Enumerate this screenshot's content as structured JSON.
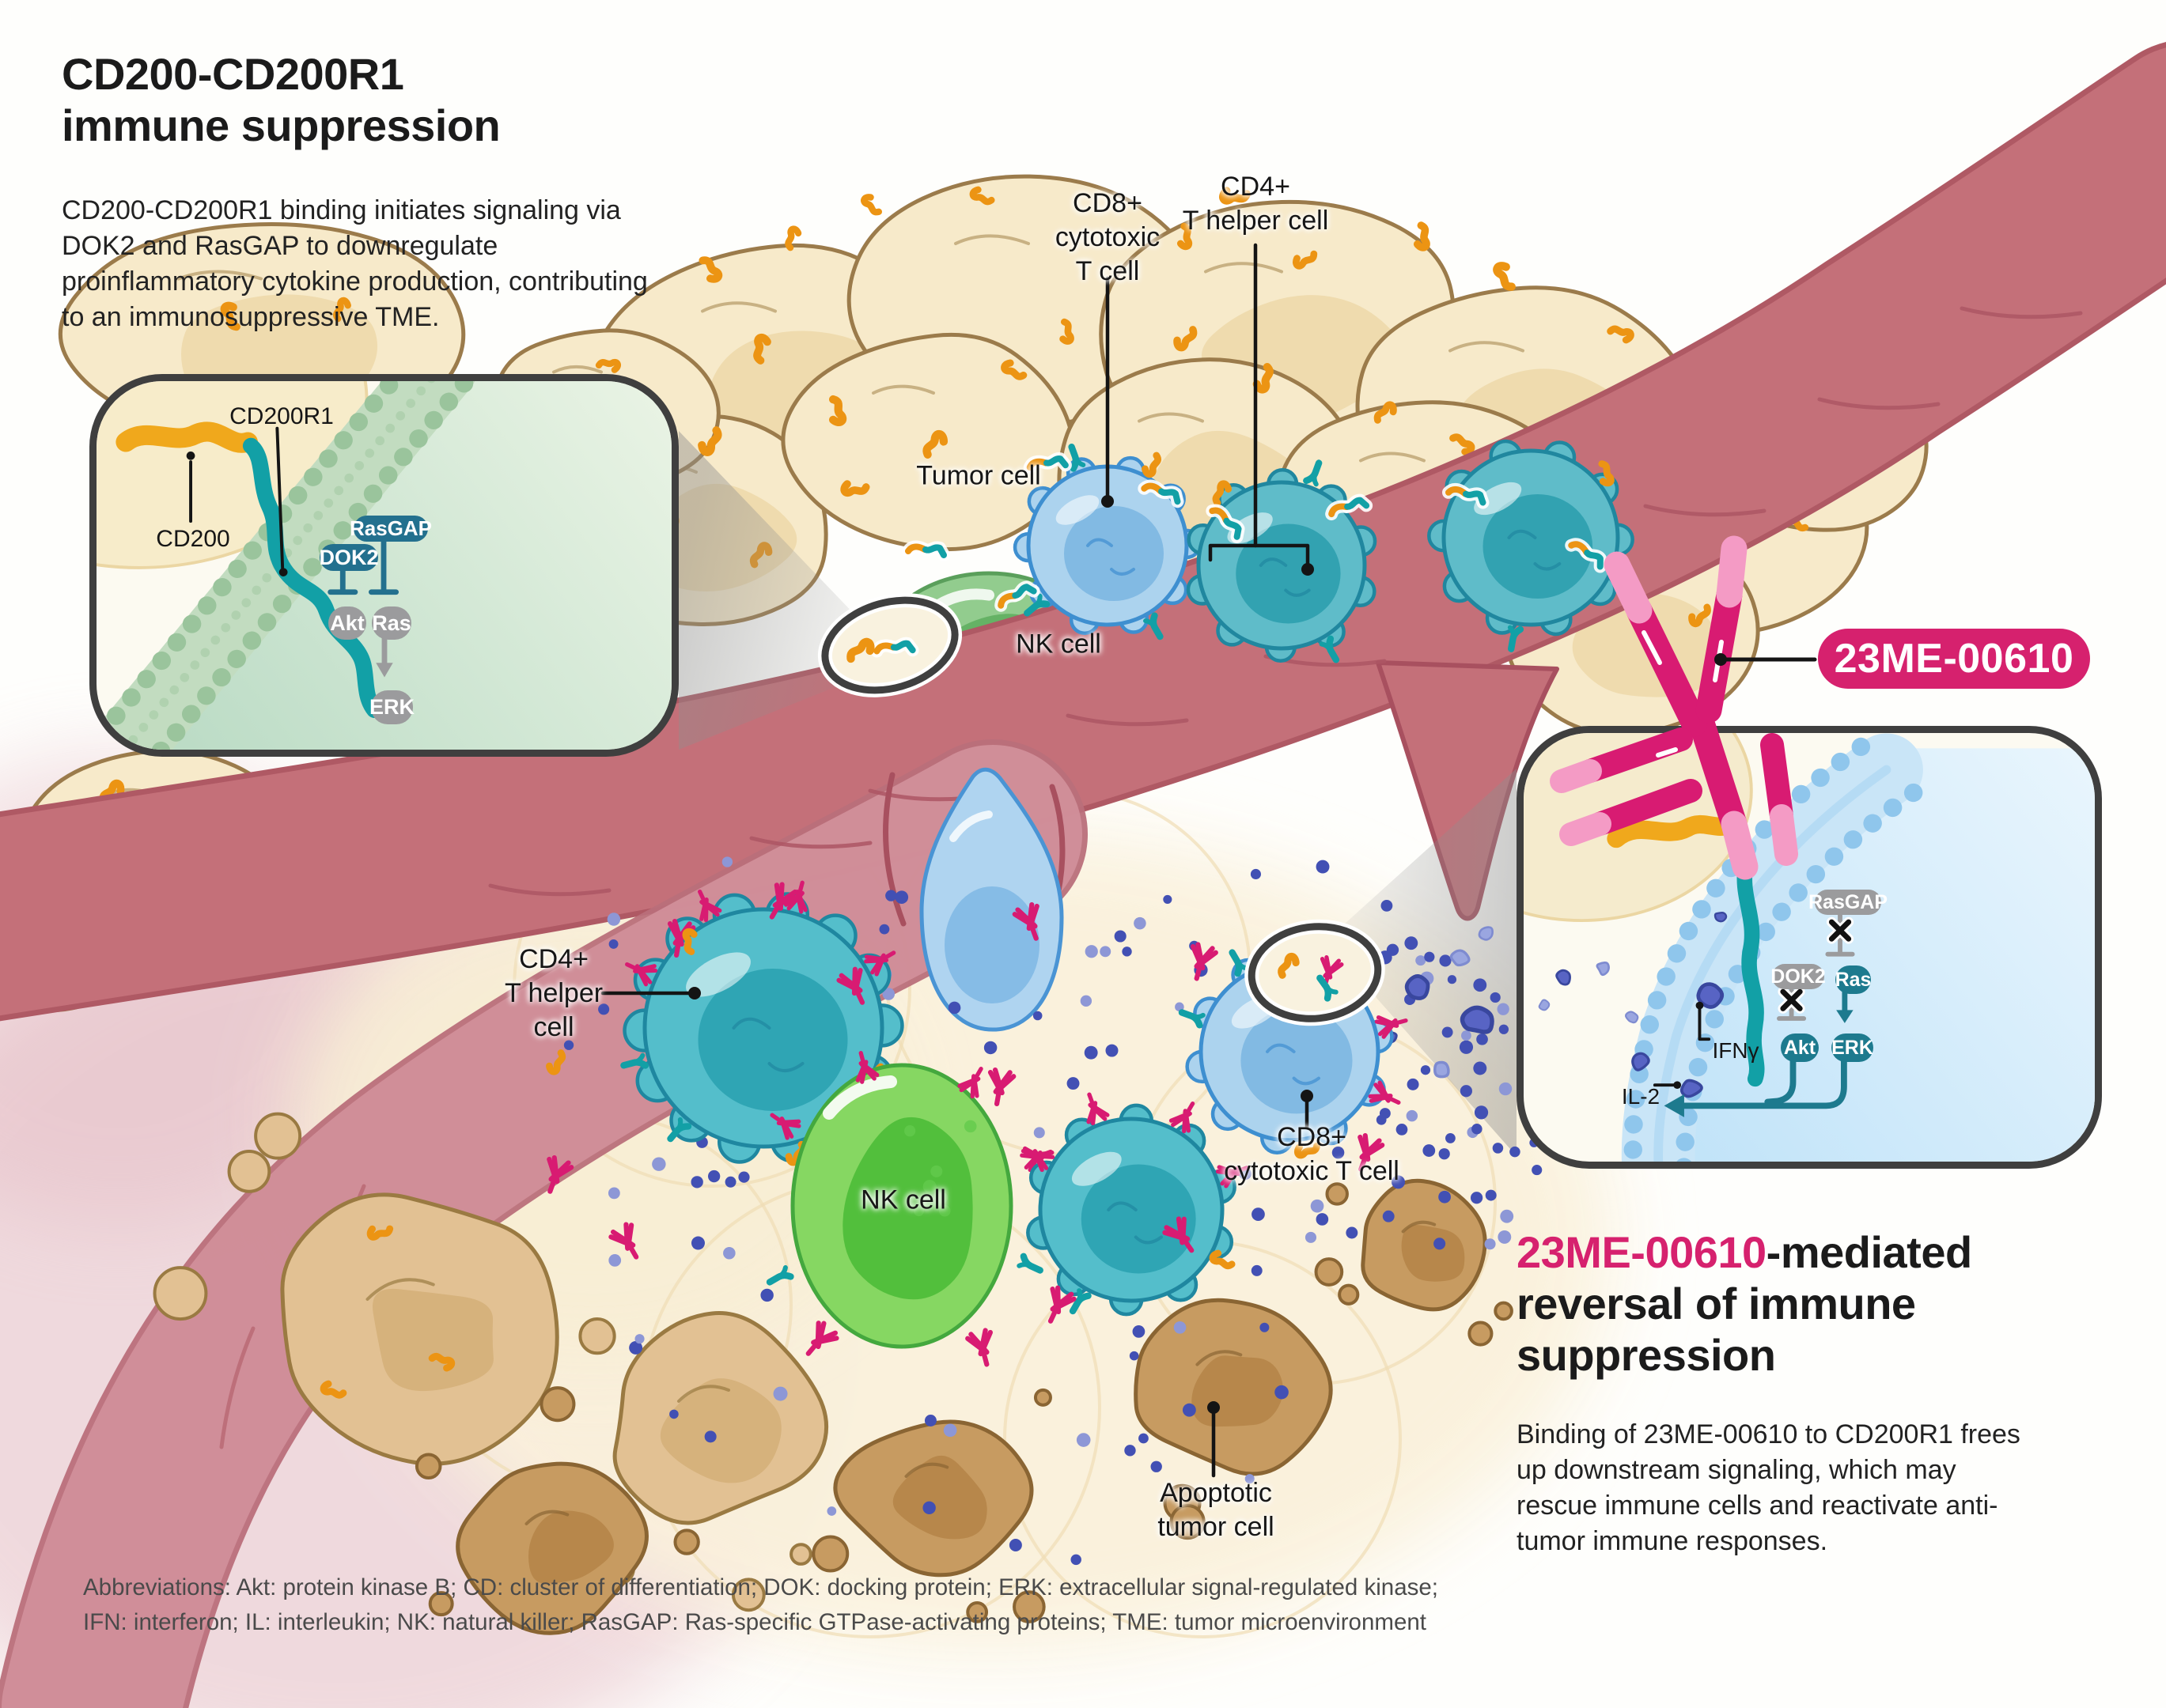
{
  "colors": {
    "accent_pink": "#D6216E",
    "antibody_pink": "#D81B72",
    "teal_node_left": "#23708E",
    "teal_node_right": "#1D7A8E",
    "gray_node": "#9B9B9D",
    "receptor_teal": "#12A0A6",
    "cd200_orange": "#F0A81C",
    "vessel_rose": "#C47079",
    "tumor_cream": "#F7EACA",
    "apoptotic_brown": "#C79B61",
    "nk_green": "#86D762",
    "cytokine_blue": "#4250B4"
  },
  "header": {
    "title": "CD200-CD200R1\nimmune suppression",
    "description": "CD200-CD200R1 binding initiates signaling via DOK2 and RasGAP to downregulate proinflammatory cytokine production, contributing to an immunosuppressive TME."
  },
  "left_inset": {
    "cd200r1_label": "CD200R1",
    "cd200_label": "CD200",
    "dok2": "DOK2",
    "rasgap": "RasGAP",
    "akt": "Akt",
    "ras": "Ras",
    "erk": "ERK"
  },
  "top_cluster": {
    "cd8_label": "CD8+\ncytotoxic\nT cell",
    "cd4_label": "CD4+\nT helper cell",
    "tumor_label": "Tumor cell",
    "nk_label": "NK cell"
  },
  "bottom_cluster": {
    "cd4_label": "CD4+\nT helper\ncell",
    "nk_label": "NK cell",
    "cd8_label": "CD8+\ncytotoxic T cell",
    "apoptotic_label": "Apoptotic\ntumor cell"
  },
  "drug_badge": {
    "label": "23ME-00610"
  },
  "right_inset": {
    "rasgap": "RasGAP",
    "dok2": "DOK2",
    "ras": "Ras",
    "akt": "Akt",
    "erk": "ERK",
    "ifng_label": "IFNγ",
    "il2_label": "IL-2"
  },
  "right_panel": {
    "title_highlight": "23ME-00610",
    "title_rest": "-mediated\nreversal of immune\nsuppression",
    "description": "Binding of 23ME-00610 to CD200R1 frees up downstream signaling, which may rescue immune cells and reactivate anti-tumor immune responses."
  },
  "footer": {
    "line1": "Abbreviations: Akt: protein kinase B; CD: cluster of differentiation; DOK: docking protein; ERK: extracellular signal-regulated kinase;",
    "line2": "IFN: interferon; IL: interleukin; NK: natural killer;  RasGAP: Ras-specific GTPase-activating proteins; TME: tumor microenvironment"
  }
}
